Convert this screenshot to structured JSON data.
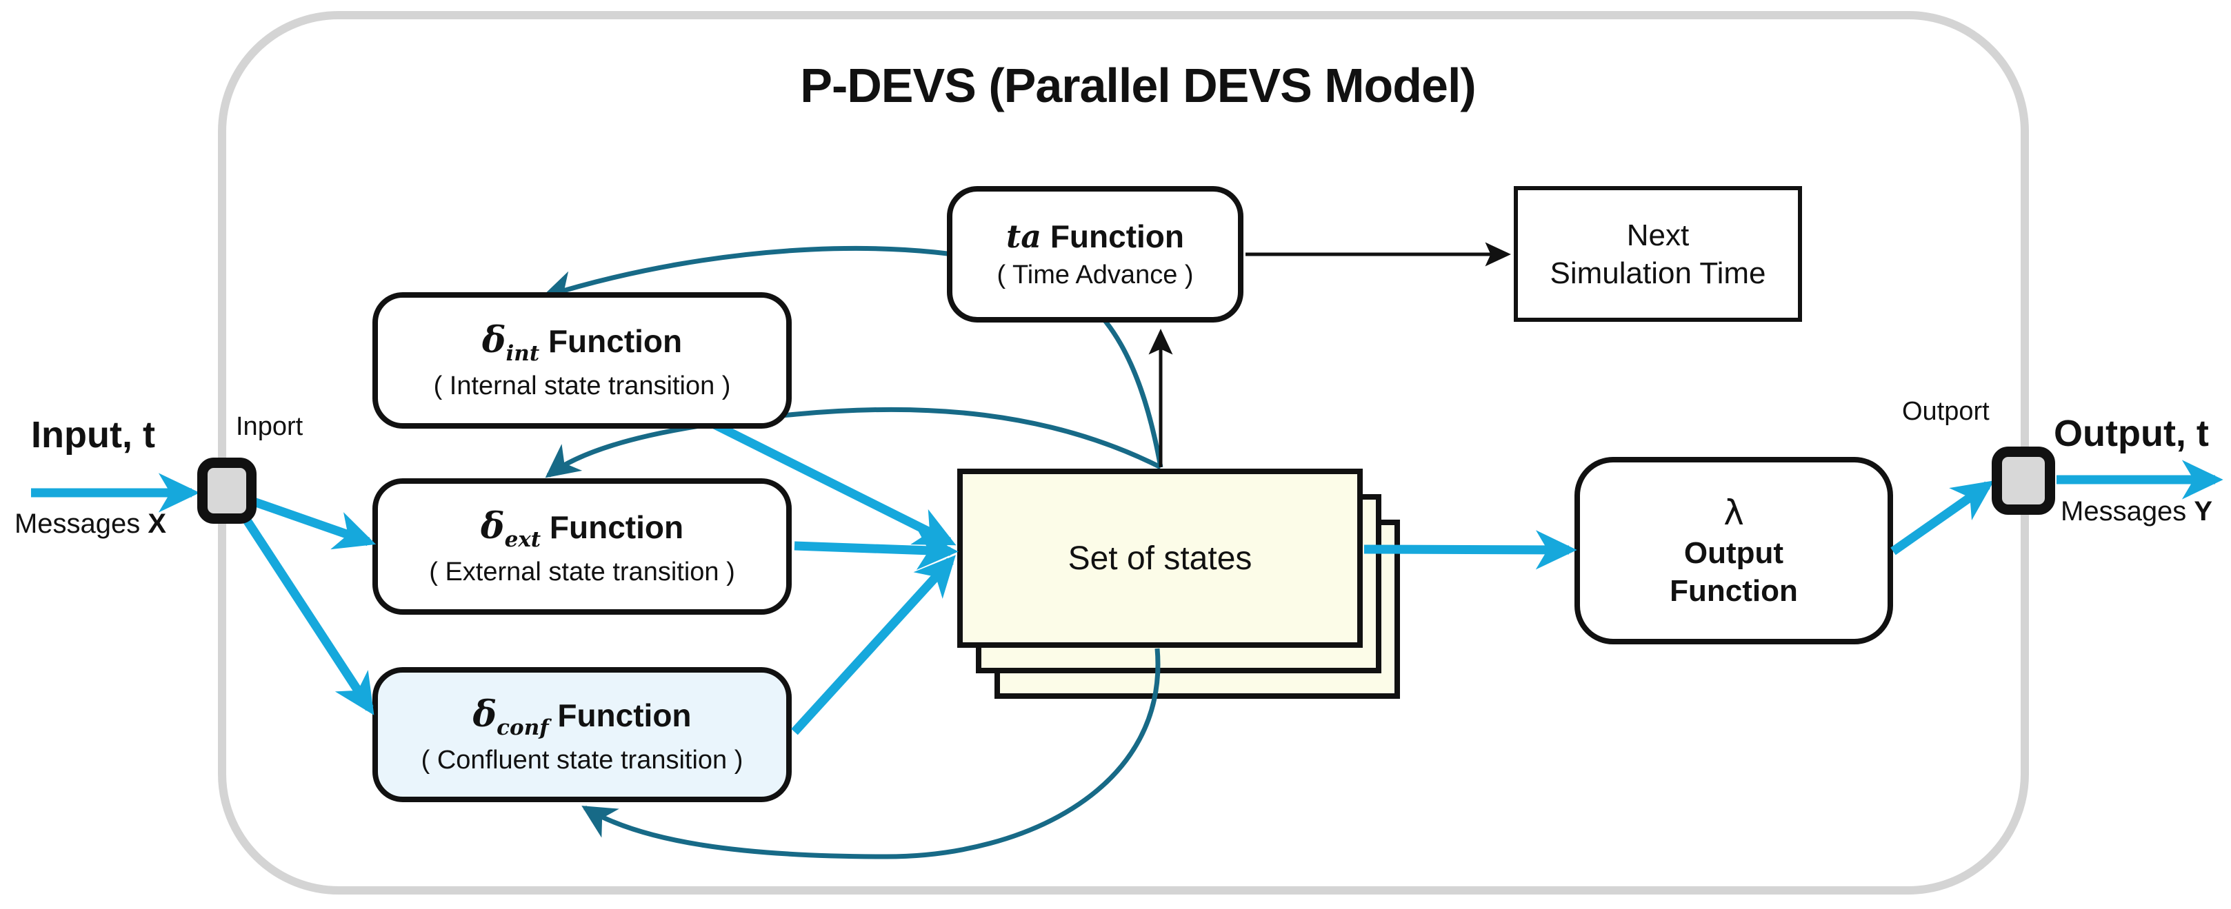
{
  "diagram": {
    "title": "P-DEVS (Parallel DEVS Model)",
    "input": {
      "label": "Input, t",
      "messages_prefix": "Messages ",
      "messages_symbol": "X",
      "port_label": "Inport"
    },
    "output": {
      "label": "Output, t",
      "messages_prefix": "Messages ",
      "messages_symbol": "Y",
      "port_label": "Outport"
    },
    "boxes": {
      "delta_int": {
        "symbol": "δ",
        "subscript": "int",
        "label": " Function",
        "description": "( Internal state transition )"
      },
      "delta_ext": {
        "symbol": "δ",
        "subscript": "ext",
        "label": " Function",
        "description": "( External state transition )"
      },
      "delta_conf": {
        "symbol": "δ",
        "subscript": "conf",
        "label": " Function",
        "description": "( Confluent state transition )"
      },
      "ta": {
        "symbol": "ta",
        "label": " Function",
        "description": "( Time Advance )"
      },
      "next_time": {
        "line1": "Next",
        "line2": "Simulation Time"
      },
      "states": {
        "label": "Set of states"
      },
      "lambda": {
        "symbol": "λ",
        "line1": "Output",
        "line2": "Function"
      }
    },
    "colors": {
      "cyan": "#16A8DC",
      "teal": "#176A87",
      "black": "#111111",
      "container_border": "#D4D4D4",
      "states_fill": "#FCFCE8",
      "conf_fill": "#EAF5FC",
      "port_fill": "#D8D8D8"
    }
  }
}
